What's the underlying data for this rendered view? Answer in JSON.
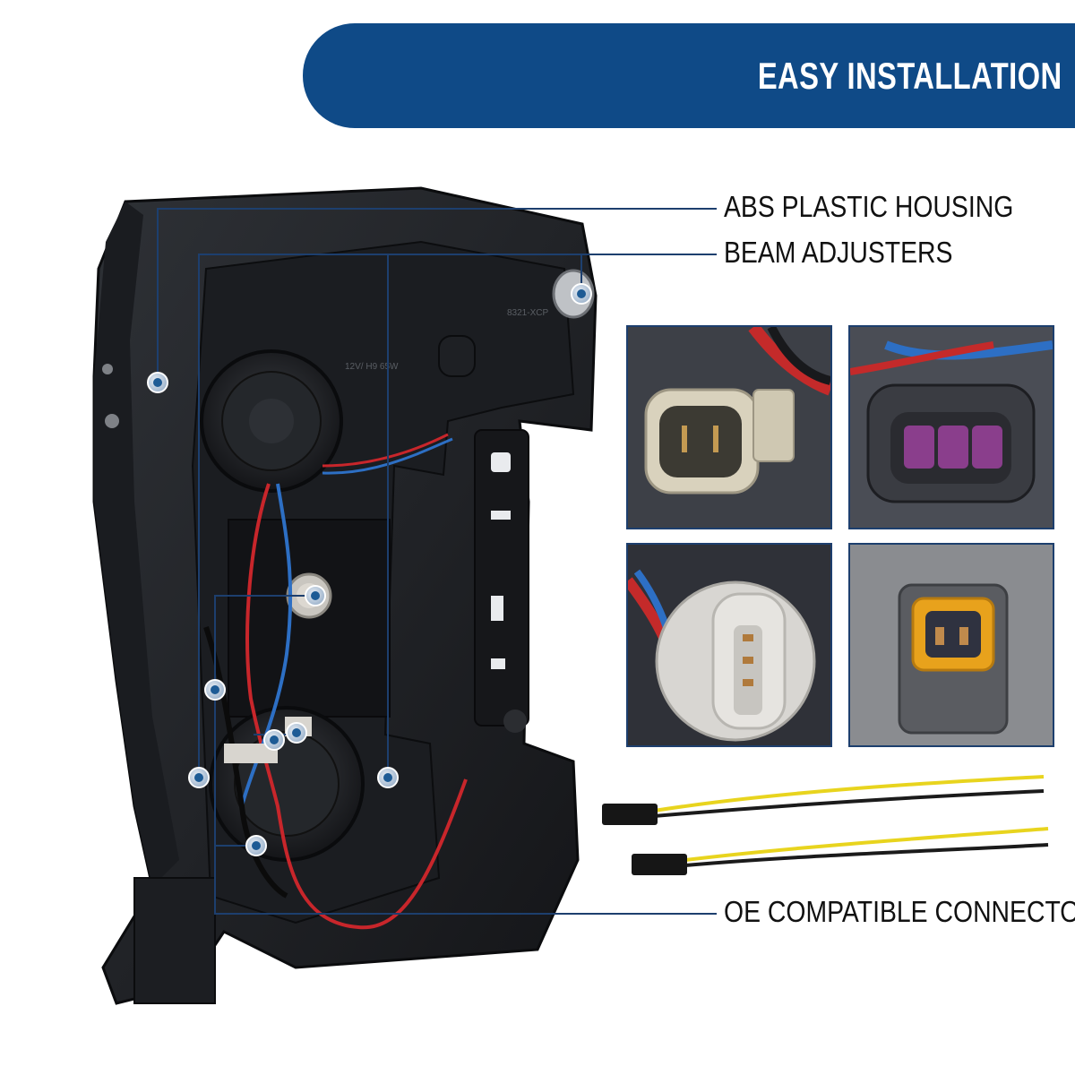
{
  "banner": {
    "title": "EASY INSTALLATION"
  },
  "callouts": {
    "housing": "ABS PLASTIC HOUSING",
    "adjusters": "BEAM ADJUSTERS",
    "connectors": "OE COMPATIBLE CONNECTORS"
  },
  "housing_markings": {
    "bulb_spec": "12V/ H9 65W",
    "part_code": "8321-XCP"
  },
  "colors": {
    "accent": "#0f4a87",
    "callout_line": "#1d3f6e",
    "marker": "#1d5b95",
    "text": "#111111"
  }
}
